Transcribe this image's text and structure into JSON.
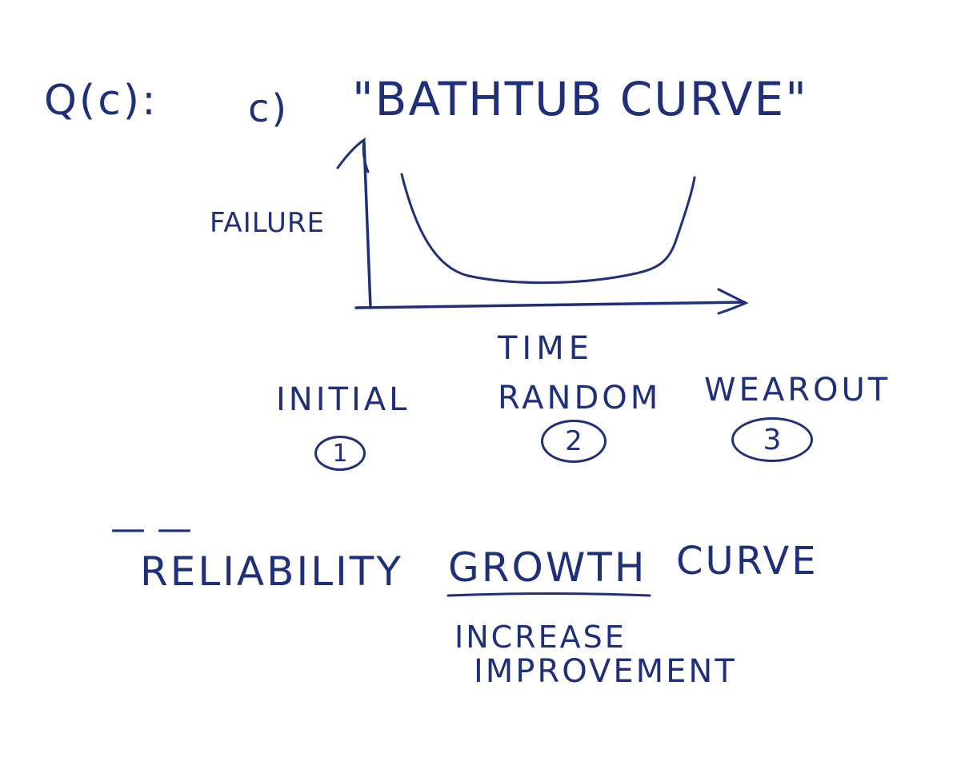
{
  "header": {
    "question": "Q(c):",
    "part": "c)",
    "title": "\"BATHTUB CURVE\""
  },
  "graph": {
    "y_axis_label": "FAILURE",
    "x_axis_label": "TIME",
    "curve_shape": "bathtub"
  },
  "phases": [
    {
      "label": "INITIAL",
      "number": "1"
    },
    {
      "label": "RANDOM",
      "number": "2"
    },
    {
      "label": "WEAROUT",
      "number": "3"
    }
  ],
  "growth": {
    "dash": "— —",
    "title_part1": "RELIABILITY",
    "title_part2": "GROWTH",
    "title_part3": "CURVE",
    "note_line1": "INCREASE",
    "note_line2": "IMPROVEMENT"
  },
  "colors": {
    "ink": "#1f2f7a",
    "paper": "#ffffff"
  }
}
